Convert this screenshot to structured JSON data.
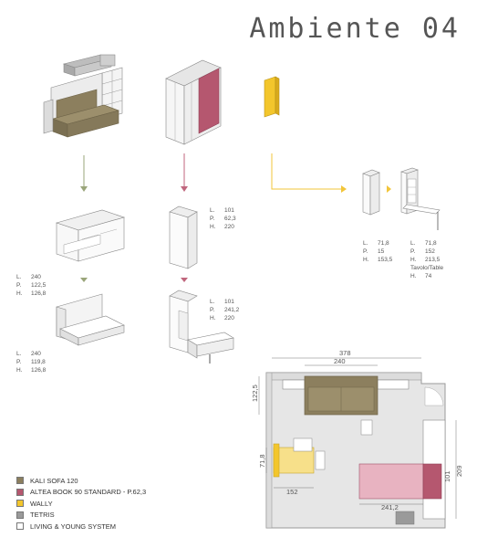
{
  "title": "Ambiente 04",
  "colors": {
    "kali": "#8c7f5e",
    "altea": "#b5576f",
    "wally": "#f3c62c",
    "tetris": "#9a9a9a",
    "living": "#ffffff",
    "floor": "#e6e6e6",
    "wall": "#dcdcdc",
    "arrow_kali": "#9aa57a",
    "arrow_altea": "#c0667d",
    "arrow_wally": "#f2c53a"
  },
  "dims": {
    "sofa_closed": [
      {
        "k": "L.",
        "v": "240"
      },
      {
        "k": "P.",
        "v": "122,5"
      },
      {
        "k": "H.",
        "v": "126,8"
      }
    ],
    "sofa_open": [
      {
        "k": "L.",
        "v": "240"
      },
      {
        "k": "P.",
        "v": "119,8"
      },
      {
        "k": "H.",
        "v": "126,8"
      }
    ],
    "bed_closed": [
      {
        "k": "L.",
        "v": "101"
      },
      {
        "k": "P.",
        "v": "62,3"
      },
      {
        "k": "H.",
        "v": "220"
      }
    ],
    "bed_open": [
      {
        "k": "L.",
        "v": "101"
      },
      {
        "k": "P.",
        "v": "241,2"
      },
      {
        "k": "H.",
        "v": "220"
      }
    ],
    "wally_closed": [
      {
        "k": "L.",
        "v": "71,8"
      },
      {
        "k": "P.",
        "v": "15"
      },
      {
        "k": "H.",
        "v": "153,5"
      }
    ],
    "wally_open": [
      {
        "k": "L.",
        "v": "71,8"
      },
      {
        "k": "P.",
        "v": "152"
      },
      {
        "k": "H.",
        "v": "213,5"
      },
      {
        "k": "Tavolo/Table",
        "v": ""
      },
      {
        "k": "H.",
        "v": "74"
      }
    ]
  },
  "plan": {
    "width_total": "378",
    "width_sofa": "240",
    "depth_left": "122,5",
    "desk_depth": "71,8",
    "desk_width": "152",
    "bed_length": "241,2",
    "bed_width": "101",
    "right_height": "209"
  },
  "legend": [
    {
      "label": "KALI SOFA 120",
      "color": "#8c7f5e"
    },
    {
      "label": "ALTEA BOOK 90 STANDARD - P.62,3",
      "color": "#b5576f"
    },
    {
      "label": "WALLY",
      "color": "#f3c62c"
    },
    {
      "label": "TETRIS",
      "color": "#9a9a9a"
    },
    {
      "label": "LIVING & YOUNG SYSTEM",
      "color": "#ffffff"
    }
  ]
}
